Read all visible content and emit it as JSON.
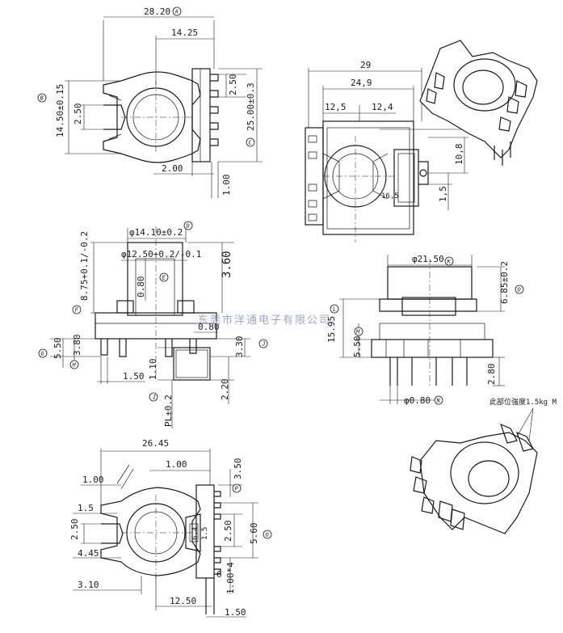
{
  "watermark": "东莞市洋通电子有限公司",
  "note": "此部位強度1.5kg M",
  "top_left_view": {
    "dims": [
      "28.20",
      "14.25",
      "14.50±0.15",
      "2.50",
      "2.50",
      "25.00±0.3",
      "2.00",
      "1.00"
    ],
    "bubbles": [
      "A",
      "B",
      "C"
    ]
  },
  "top_right_view": {
    "dims": [
      "29",
      "24,9",
      "12,5",
      "12,4",
      "10,8",
      "1,5",
      "16,5"
    ]
  },
  "mid_left_view": {
    "dims": [
      "φ14.10±0.2",
      "φ12.50+0.2/-0.1",
      "8.75+0.1/-0.2",
      "3.60",
      "0.80",
      "0.80",
      "5.50",
      "3.80",
      "1.50",
      "1.10",
      "3.30",
      "2.20",
      "PL±0.2"
    ],
    "bubbles": [
      "D",
      "E",
      "F",
      "G",
      "H",
      "I",
      "J"
    ]
  },
  "mid_right_view": {
    "dims": [
      "φ21.50",
      "6.85±0.2",
      "15.95",
      "5.50",
      "2.80",
      "φ0.80"
    ],
    "bubbles": [
      "K",
      "O",
      "L",
      "M",
      "N"
    ]
  },
  "bottom_left_view": {
    "dims": [
      "26.45",
      "1.00",
      "1.00",
      "3.50",
      "1.5",
      "2.50",
      "4.45",
      "3.10",
      "2.50",
      "5.60",
      "1.00*4",
      "12.50",
      "1.50",
      "1.5",
      "6.4"
    ],
    "pin_label": "6",
    "bubbles": [
      "P",
      "Q"
    ]
  }
}
